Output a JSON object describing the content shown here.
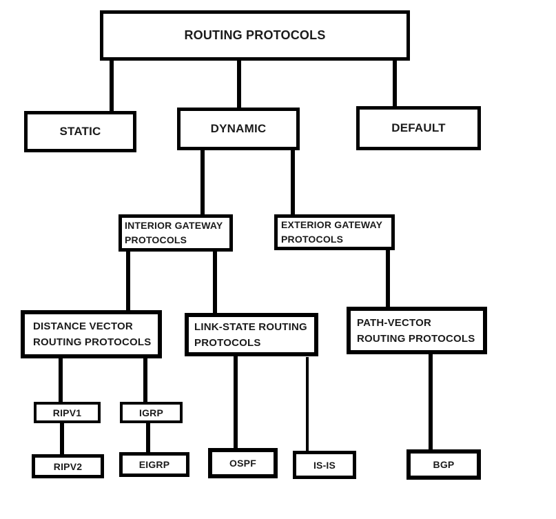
{
  "colors": {
    "border": "#000000",
    "line": "#000000",
    "text": "#1b1b1b",
    "background": "#ffffff"
  },
  "nodes": {
    "routing_protocols": {
      "label": "ROUTING PROTOCOLS"
    },
    "static": {
      "label": "STATIC"
    },
    "dynamic": {
      "label": "DYNAMIC"
    },
    "default": {
      "label": "DEFAULT"
    },
    "interior_gateway": {
      "line1": "INTERIOR GATEWAY",
      "line2": "PROTOCOLS"
    },
    "exterior_gateway": {
      "line1": "EXTERIOR GATEWAY",
      "line2": "PROTOCOLS"
    },
    "distance_vector": {
      "line1": "DISTANCE VECTOR",
      "line2": "ROUTING PROTOCOLS"
    },
    "link_state": {
      "line1": "LINK-STATE ROUTING",
      "line2": "PROTOCOLS"
    },
    "path_vector": {
      "line1": "PATH-VECTOR",
      "line2": "ROUTING PROTOCOLS"
    },
    "ripv1": {
      "label": "RIPV1"
    },
    "igrp": {
      "label": "IGRP"
    },
    "ripv2": {
      "label": "RIPV2"
    },
    "eigrp": {
      "label": "EIGRP"
    },
    "ospf": {
      "label": "OSPF"
    },
    "isis": {
      "label": "IS-IS"
    },
    "bgp": {
      "label": "BGP"
    }
  },
  "edges": [
    {
      "from": "routing_protocols",
      "to": "static"
    },
    {
      "from": "routing_protocols",
      "to": "dynamic"
    },
    {
      "from": "routing_protocols",
      "to": "default"
    },
    {
      "from": "dynamic",
      "to": "interior_gateway"
    },
    {
      "from": "dynamic",
      "to": "exterior_gateway"
    },
    {
      "from": "interior_gateway",
      "to": "distance_vector"
    },
    {
      "from": "interior_gateway",
      "to": "link_state"
    },
    {
      "from": "exterior_gateway",
      "to": "path_vector"
    },
    {
      "from": "distance_vector",
      "to": "ripv1"
    },
    {
      "from": "distance_vector",
      "to": "igrp"
    },
    {
      "from": "ripv1",
      "to": "ripv2"
    },
    {
      "from": "igrp",
      "to": "eigrp"
    },
    {
      "from": "link_state",
      "to": "ospf"
    },
    {
      "from": "link_state",
      "to": "isis"
    },
    {
      "from": "path_vector",
      "to": "bgp"
    }
  ]
}
